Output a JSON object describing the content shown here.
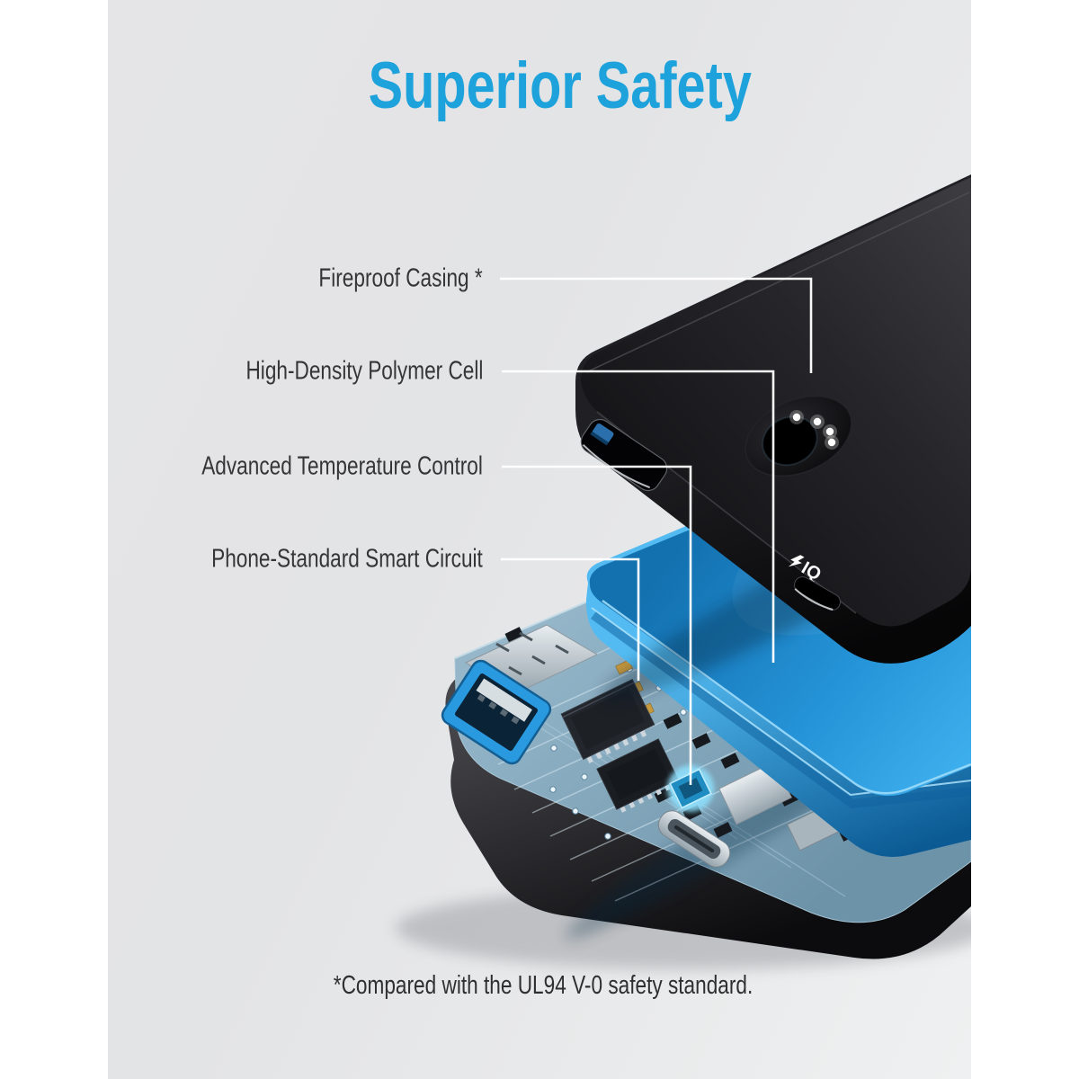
{
  "title": {
    "text": "Superior Safety"
  },
  "callouts": [
    {
      "label": "Fireproof Casing *",
      "target": "outer-casing"
    },
    {
      "label": "High-Density Polymer Cell",
      "target": "battery-cell"
    },
    {
      "label": "Advanced Temperature Control",
      "target": "temperature-control-chip"
    },
    {
      "label": "Phone-Standard Smart Circuit",
      "target": "smart-circuit-board"
    }
  ],
  "footnote": {
    "text": "*Compared with the UL94 V-0 safety standard."
  },
  "device": {
    "port_logo": "IQ",
    "status_led_count": 4,
    "layers": [
      "black outer casing",
      "blue polymer cell",
      "circuit board",
      "base plate"
    ]
  },
  "colors": {
    "title_blue": "#1EA2DB",
    "cell_blue": "#2B9FE2",
    "panel_background": "#E4E5E7",
    "canvas_background": "#FFFFFF",
    "label_text": "#353537",
    "callout_line": "#FFFFFF"
  }
}
